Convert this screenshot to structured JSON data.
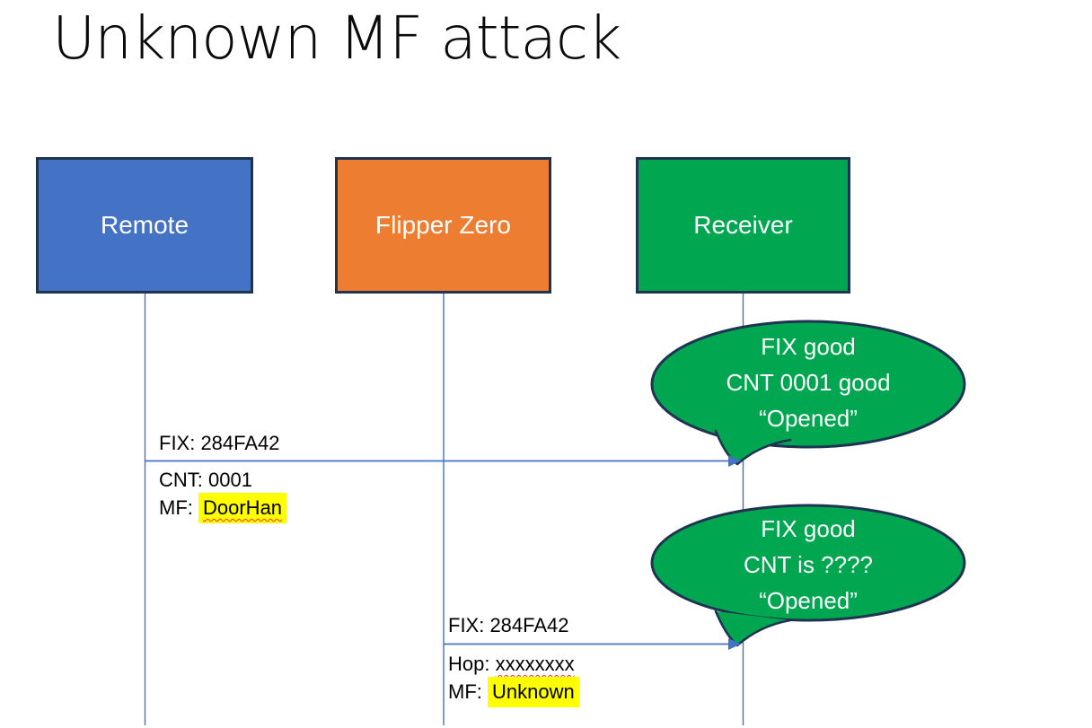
{
  "slide": {
    "title": "Unknown MF attack"
  },
  "actors": {
    "remote": {
      "label": "Remote",
      "color": "#4472c4"
    },
    "flipper": {
      "label": "Flipper Zero",
      "color": "#ed7d31"
    },
    "receiver": {
      "label": "Receiver",
      "color": "#00a650"
    }
  },
  "messages": {
    "remote_to_receiver": {
      "fix": "FIX: 284FA42",
      "cnt": "CNT: 0001",
      "mf_prefix": "MF: ",
      "mf_value": "DoorHan"
    },
    "flipper_to_receiver": {
      "fix": "FIX: 284FA42",
      "hop_prefix": "Hop: ",
      "hop_value": "xxxxxxxx",
      "mf_prefix": "MF: ",
      "mf_value": "Unknown"
    }
  },
  "bubbles": {
    "first": {
      "line1": "FIX good",
      "line2": "CNT 0001 good",
      "line3": "“Opened”"
    },
    "second": {
      "line1": "FIX good",
      "line2": "CNT is ????",
      "line3": "“Opened”"
    }
  },
  "colors": {
    "actor_blue": "#4472c4",
    "actor_orange": "#ed7d31",
    "actor_green": "#00a650",
    "bubble_green": "#00a650",
    "outline_navy": "#1f3352",
    "connector_blue": "#4472c4",
    "highlight_yellow": "#ffff00",
    "squiggle_red": "#ff2f2f",
    "title_black": "#0a0a0a",
    "label_white": "#ffffff"
  }
}
